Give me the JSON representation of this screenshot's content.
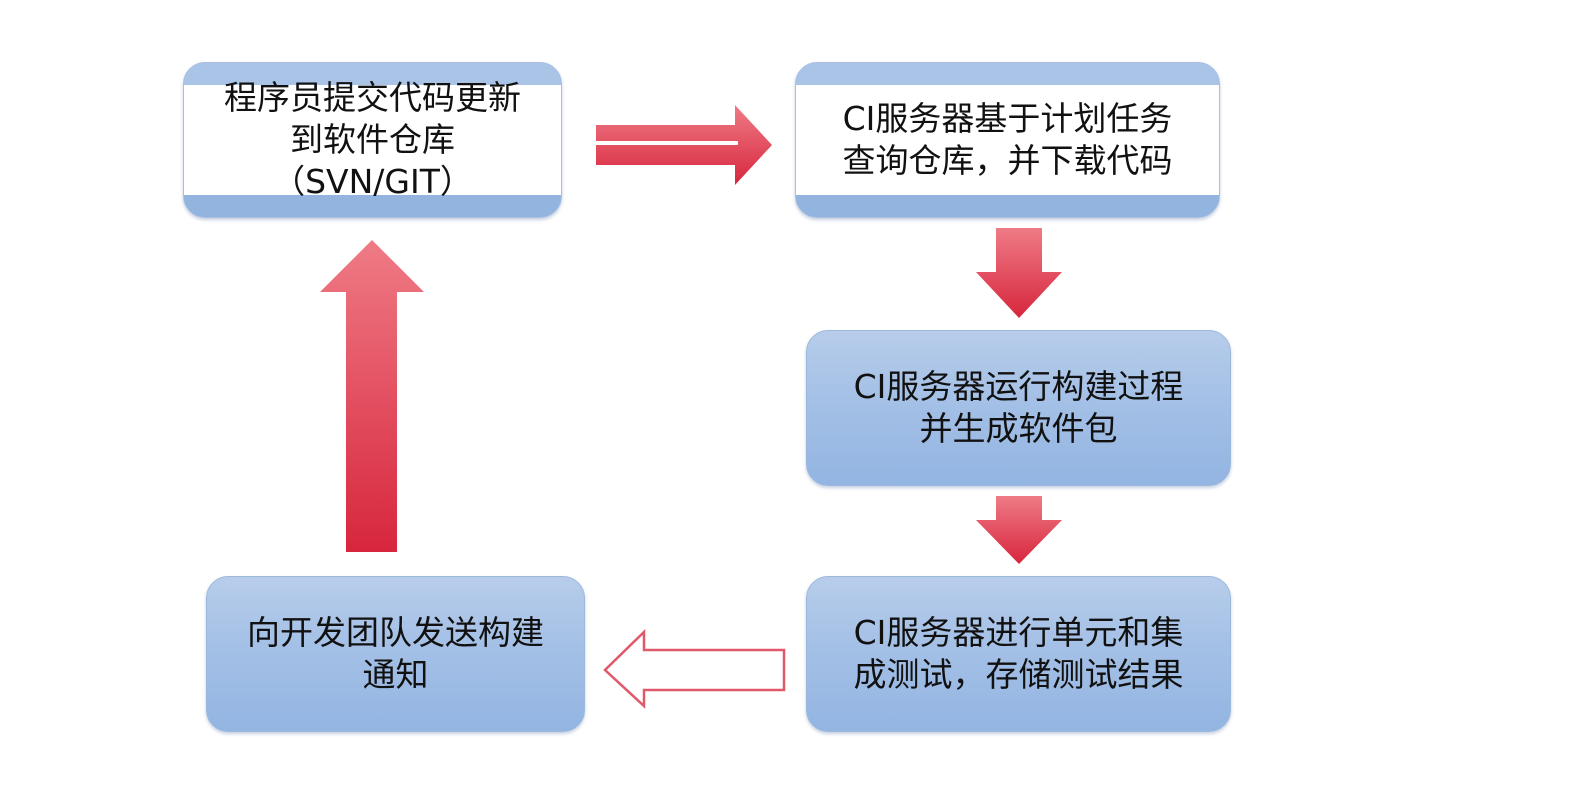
{
  "diagram": {
    "steps": {
      "commit": {
        "lines": [
          "程序员提交代码更新",
          "到软件仓库",
          "（SVN/GIT）"
        ]
      },
      "fetch": {
        "lines": [
          "CI服务器基于计划任务",
          "查询仓库，并下载代码"
        ]
      },
      "build": {
        "lines": [
          "CI服务器运行构建过程",
          "并生成软件包"
        ]
      },
      "test": {
        "lines": [
          "CI服务器进行单元和集",
          "成测试，存储测试结果"
        ]
      },
      "notify": {
        "lines": [
          "向开发团队发送构建",
          "通知"
        ]
      }
    },
    "colors": {
      "arrow_top": "#ef7b86",
      "arrow_bottom": "#d7263d",
      "box_fill_top": "#b7cdea",
      "box_fill_bottom": "#93b5e2"
    }
  }
}
